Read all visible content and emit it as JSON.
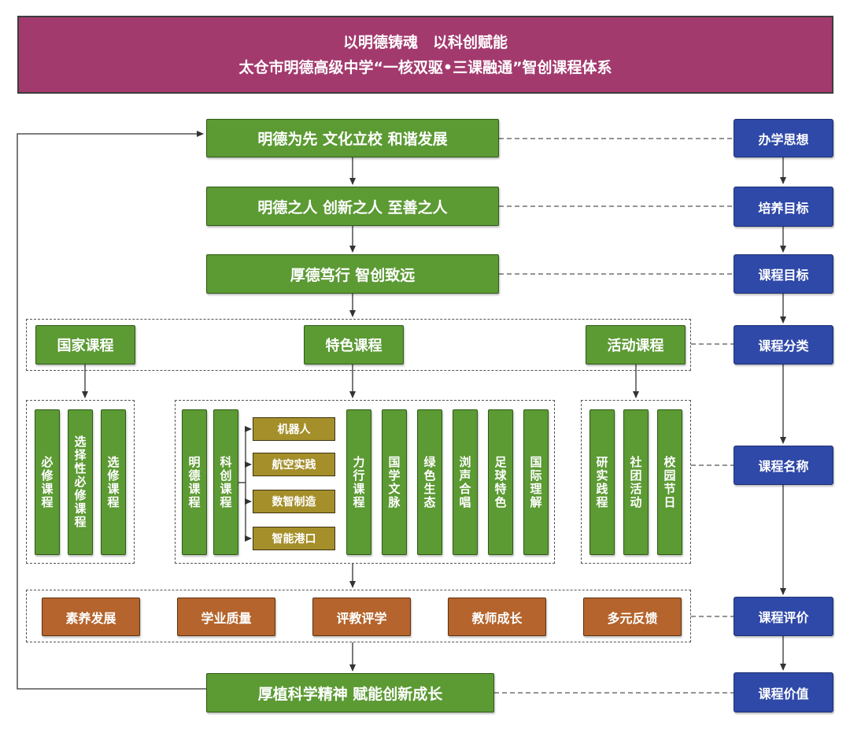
{
  "header": {
    "line1": "以明德铸魂　以科创赋能",
    "line2": "太仓市明德高级中学“一核双驱•三课融通”智创课程体系"
  },
  "main": {
    "philosophy": "明德为先  文化立校   和谐发展",
    "goal": "明德之人  创新之人  至善之人",
    "course_goal": "厚德笃行  智创致远",
    "value": "厚植科学精神  赋能创新成长"
  },
  "categories": {
    "national": "国家课程",
    "special": "特色课程",
    "activity": "活动课程"
  },
  "national_courses": [
    "必修课程",
    "选择性必修课程",
    "选修课程"
  ],
  "special_courses": [
    "明德课程",
    "科创课程",
    "力行课程",
    "国学文脉",
    "绿色生态",
    "浏声合唱",
    "足球特色",
    "国际理解"
  ],
  "kechuang_sub": [
    "机器人",
    "航空实践",
    "数智制造",
    "智能港口"
  ],
  "activity_courses": [
    "研实践程",
    "社团活动",
    "校园节日"
  ],
  "evaluation": [
    "素养发展",
    "学业质量",
    "评教评学",
    "教师成长",
    "多元反馈"
  ],
  "side": [
    "办学思想",
    "培养目标",
    "课程目标",
    "课程分类",
    "课程名称",
    "课程评价",
    "课程价值"
  ],
  "colors": {
    "header": "#a33a6e",
    "green": "#5c9a34",
    "blue": "#2f49a8",
    "yellow": "#a48f2a",
    "orange": "#b4642c"
  }
}
